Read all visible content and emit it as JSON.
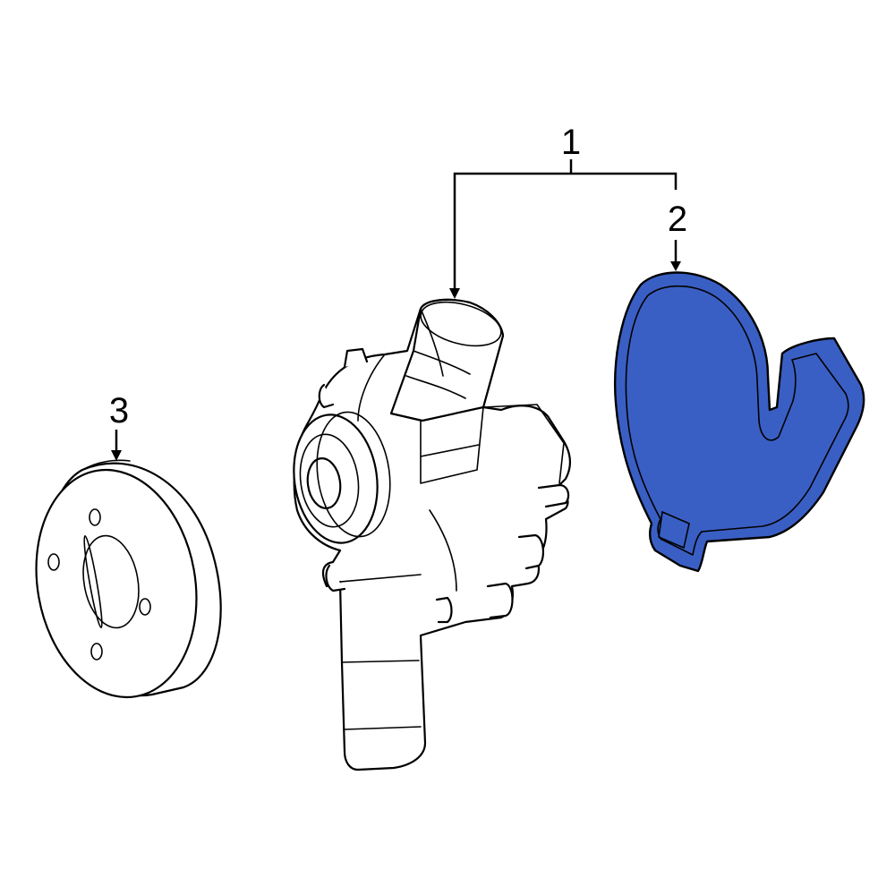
{
  "callouts": {
    "one": "1",
    "two": "2",
    "three": "3"
  },
  "colors": {
    "highlight_fill": "#3a5fc4",
    "outline": "#000000",
    "background": "#ffffff"
  },
  "parts": [
    {
      "callout": "1",
      "icon": "water-pump-assembly-icon"
    },
    {
      "callout": "2",
      "icon": "gasket-icon"
    },
    {
      "callout": "3",
      "icon": "pulley-icon"
    }
  ]
}
